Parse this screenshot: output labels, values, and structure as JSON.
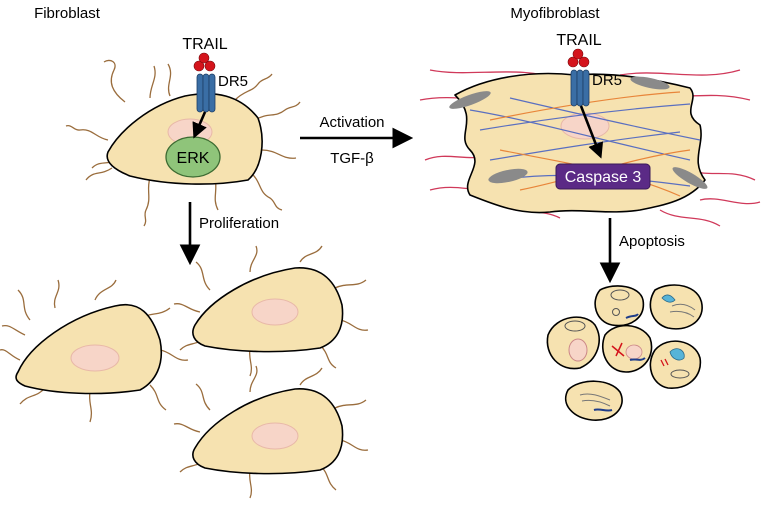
{
  "labels": {
    "fibroblast_title": "Fibroblast",
    "myofibroblast_title": "Myofibroblast",
    "trail_left": "TRAIL",
    "dr5_left": "DR5",
    "erk": "ERK",
    "activation": "Activation",
    "tgf_beta": "TGF-β",
    "trail_right": "TRAIL",
    "dr5_right": "DR5",
    "caspase": "Caspase 3",
    "proliferation": "Proliferation",
    "apoptosis": "Apoptosis"
  },
  "colors": {
    "cell_fill": "#f6e2b0",
    "nucleus": "#f7d5c8",
    "erk_fill": "#8fc47a",
    "receptor": "#3a6ea5",
    "trail_ligand": "#d4141c",
    "caspase_box": "#5b2a86",
    "fiber_brown": "#9a6d3d",
    "fiber_red": "#d0395a",
    "fiber_blue": "#5a6fc0"
  }
}
